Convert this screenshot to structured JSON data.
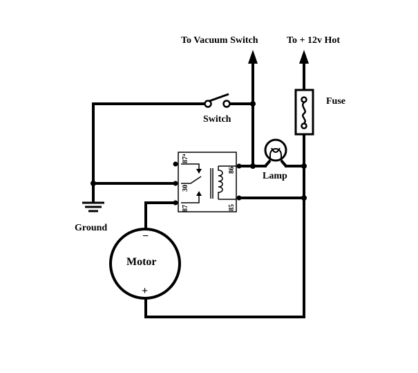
{
  "labels": {
    "to_vacuum_switch": "To Vacuum Switch",
    "to_12v_hot": "To + 12v Hot",
    "fuse": "Fuse",
    "switch": "Switch",
    "lamp": "Lamp",
    "ground": "Ground",
    "motor": "Motor",
    "motor_minus": "−",
    "motor_plus": "+"
  },
  "relay": {
    "pin_87a": "87",
    "pin_87a_suffix": "a",
    "pin_30": "30",
    "pin_87": "87",
    "pin_86": "86",
    "pin_85": "85"
  }
}
